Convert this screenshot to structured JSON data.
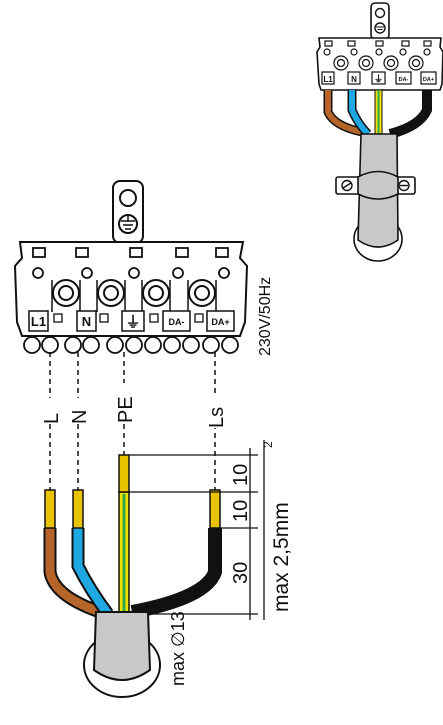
{
  "terminal": {
    "labels": [
      "L1",
      "N",
      "⏚",
      "DA-",
      "DA+"
    ],
    "voltage": "230V/50Hz"
  },
  "wires": {
    "L": "L",
    "N": "N",
    "PE": "PE",
    "Ls": "Ls"
  },
  "dimensions": {
    "strip_pe": "10",
    "strip_other": "10",
    "jacket": "30",
    "cross_section": "max 2,5mm",
    "cross_section_sup": "2",
    "cable_diameter": "max ∅13"
  },
  "colors": {
    "brown": "#b5652a",
    "blue": "#1ea7e0",
    "yellow": "#f2e000",
    "green": "#2fa84f",
    "black": "#111111",
    "brass": "#e9c200",
    "sheath": "#c8c8c8"
  }
}
